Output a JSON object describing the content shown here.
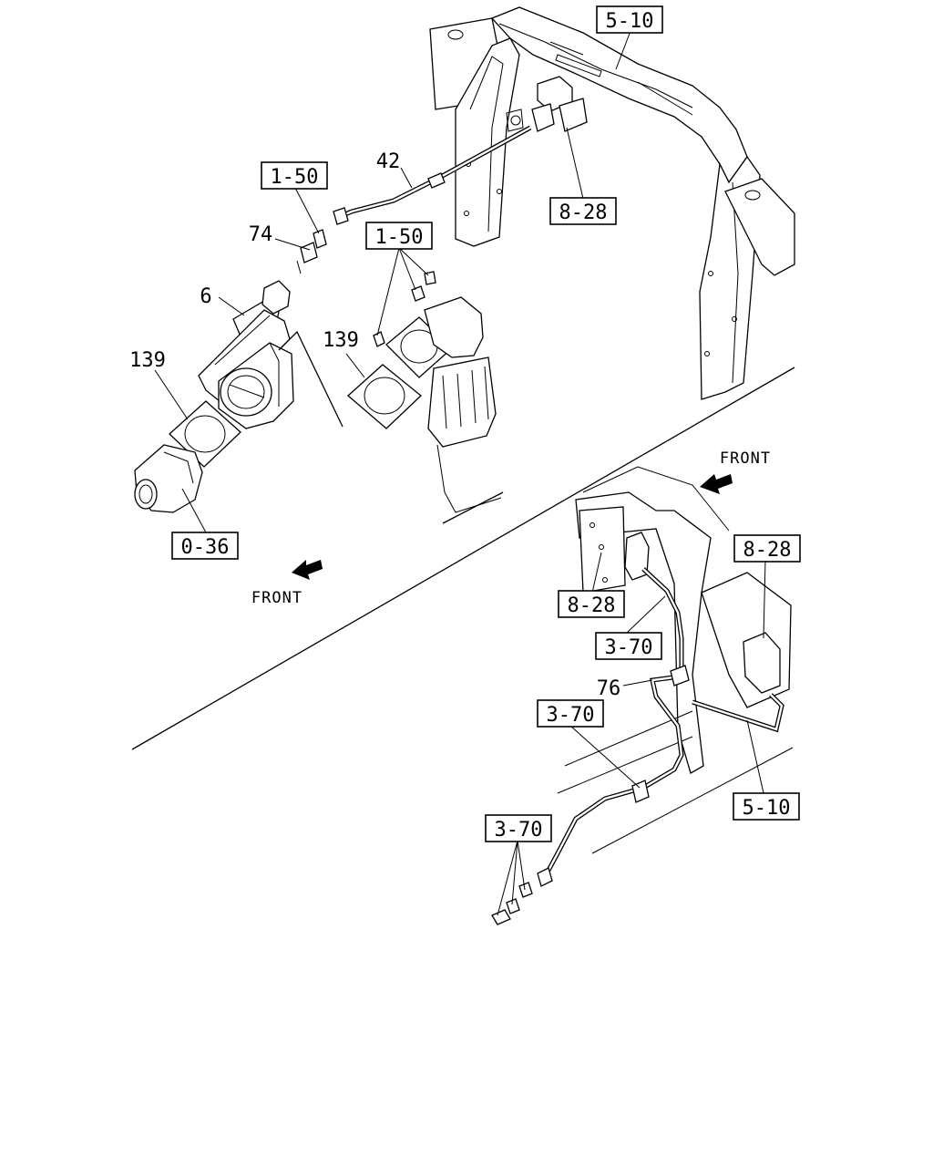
{
  "diagram": {
    "callouts": {
      "frame_top": "5-10",
      "frame_bottom": "5-10",
      "bracket_top": "8-28",
      "bracket_right": "8-28",
      "bracket_lower": "8-28",
      "clip_a": "1-50",
      "clip_b": "1-50",
      "pipe_clip_a": "3-70",
      "pipe_clip_b": "3-70",
      "pipe_clip_c": "3-70",
      "exhaust": "0-36"
    },
    "parts": {
      "pipe_upper": "42",
      "union": "74",
      "valve": "6",
      "gasket_left": "139",
      "gasket_right": "139",
      "pipe_lower": "76"
    },
    "directions": {
      "front_right": "FRONT",
      "front_left": "FRONT"
    }
  }
}
